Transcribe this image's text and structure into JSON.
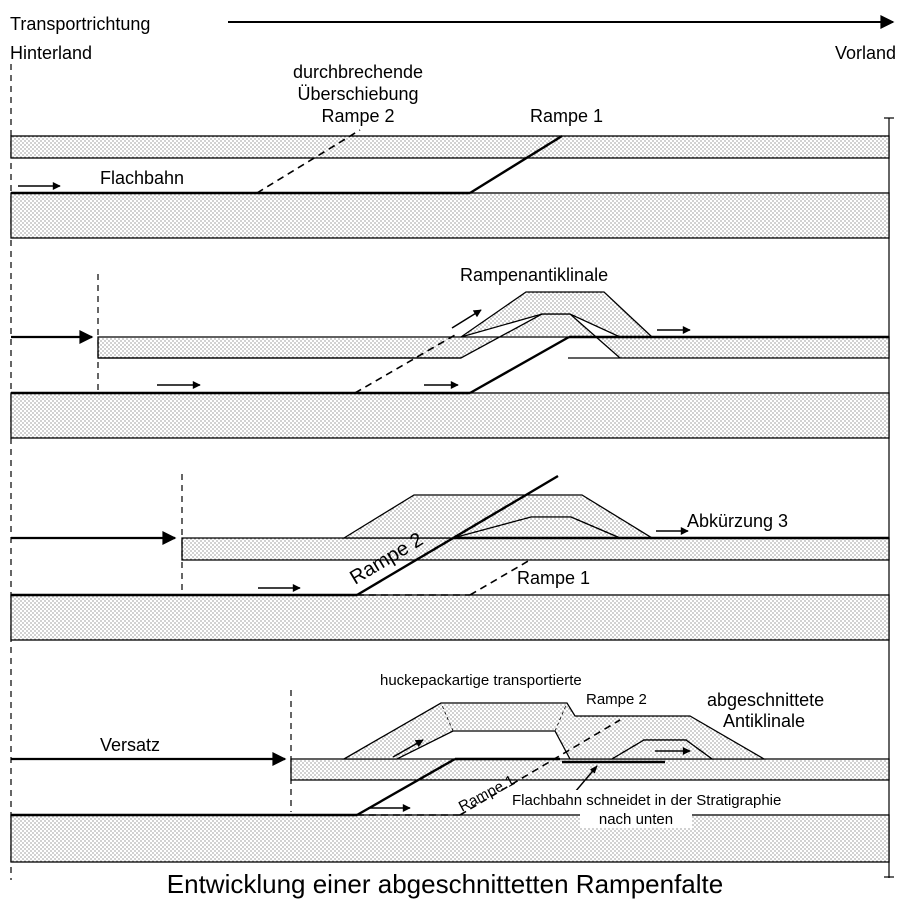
{
  "header": {
    "transport_label": "Transportrichtung",
    "hinterland_label": "Hinterland",
    "vorland_label": "Vorland"
  },
  "panel1": {
    "breakthrough_line1": "durchbrechende",
    "breakthrough_line2": "Überschiebung",
    "ramp2_label": "Rampe 2",
    "ramp1_label": "Rampe 1",
    "flat_label": "Flachbahn"
  },
  "panel2": {
    "anticline_label": "Rampenantiklinale"
  },
  "panel3": {
    "ramp2_label": "Rampe 2",
    "ramp1_label": "Rampe 1",
    "shortcut_label": "Abkürzung 3"
  },
  "panel4": {
    "piggyback_label": "huckepackartige transportierte",
    "ramp2_label": "Rampe 2",
    "cut_anticline_line1": "abgeschnittete",
    "cut_anticline_line2": "Antiklinale",
    "offset_label": "Versatz",
    "ramp1_label": "Rampe 1",
    "flat_cut_line1": "Flachbahn schneidet in der Stratigraphie",
    "flat_cut_line2": "nach unten"
  },
  "caption": "Entwicklung einer abgeschnittetten Rampenfalte"
}
